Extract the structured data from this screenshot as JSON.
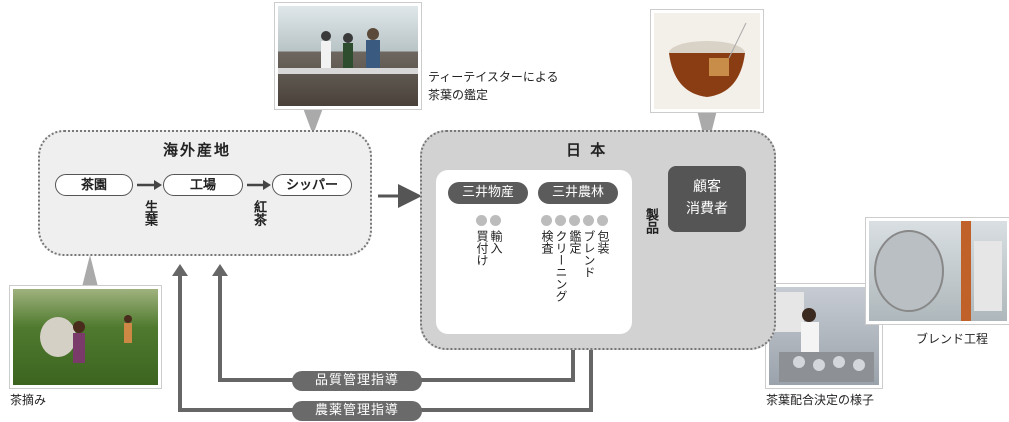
{
  "overseas": {
    "title": "海外産地",
    "nodes": [
      "茶園",
      "工場",
      "シッパー"
    ],
    "between_labels": [
      "生葉",
      "紅茶"
    ]
  },
  "japan": {
    "title": "日 本",
    "company_a": "三井物産",
    "company_b": "三井農林",
    "company_a_tasks": [
      "輸入",
      "買付け"
    ],
    "company_b_tasks": [
      "包装",
      "ブレンド",
      "鑑定",
      "クリーニング",
      "検査"
    ],
    "product_label": "製品",
    "customer": [
      "顧客",
      "消費者"
    ]
  },
  "guidance": {
    "quality": "品質管理指導",
    "agri": "農薬管理指導"
  },
  "captions": {
    "tea_tasters": [
      "ティーテイスターによる",
      "茶葉の鑑定"
    ],
    "tea_picking": "茶摘み",
    "blend_process": "ブレンド工程",
    "blend_decision": "茶葉配合決定の様子"
  },
  "chart_data": {
    "type": "flow",
    "title": "",
    "stages": [
      "茶園",
      "工場",
      "シッパー",
      "三井物産",
      "三井農林",
      "顧客 消費者"
    ],
    "flows": [
      {
        "from": "茶園",
        "to": "工場",
        "label": "生葉"
      },
      {
        "from": "工場",
        "to": "シッパー",
        "label": "紅茶"
      },
      {
        "from": "海外産地",
        "to": "日本",
        "label": ""
      },
      {
        "from": "日本",
        "to": "顧客 消費者",
        "label": "製品"
      },
      {
        "from": "三井農林",
        "to": "海外産地",
        "label": "品質管理指導"
      },
      {
        "from": "三井農林",
        "to": "海外産地",
        "label": "農薬管理指導"
      }
    ]
  }
}
